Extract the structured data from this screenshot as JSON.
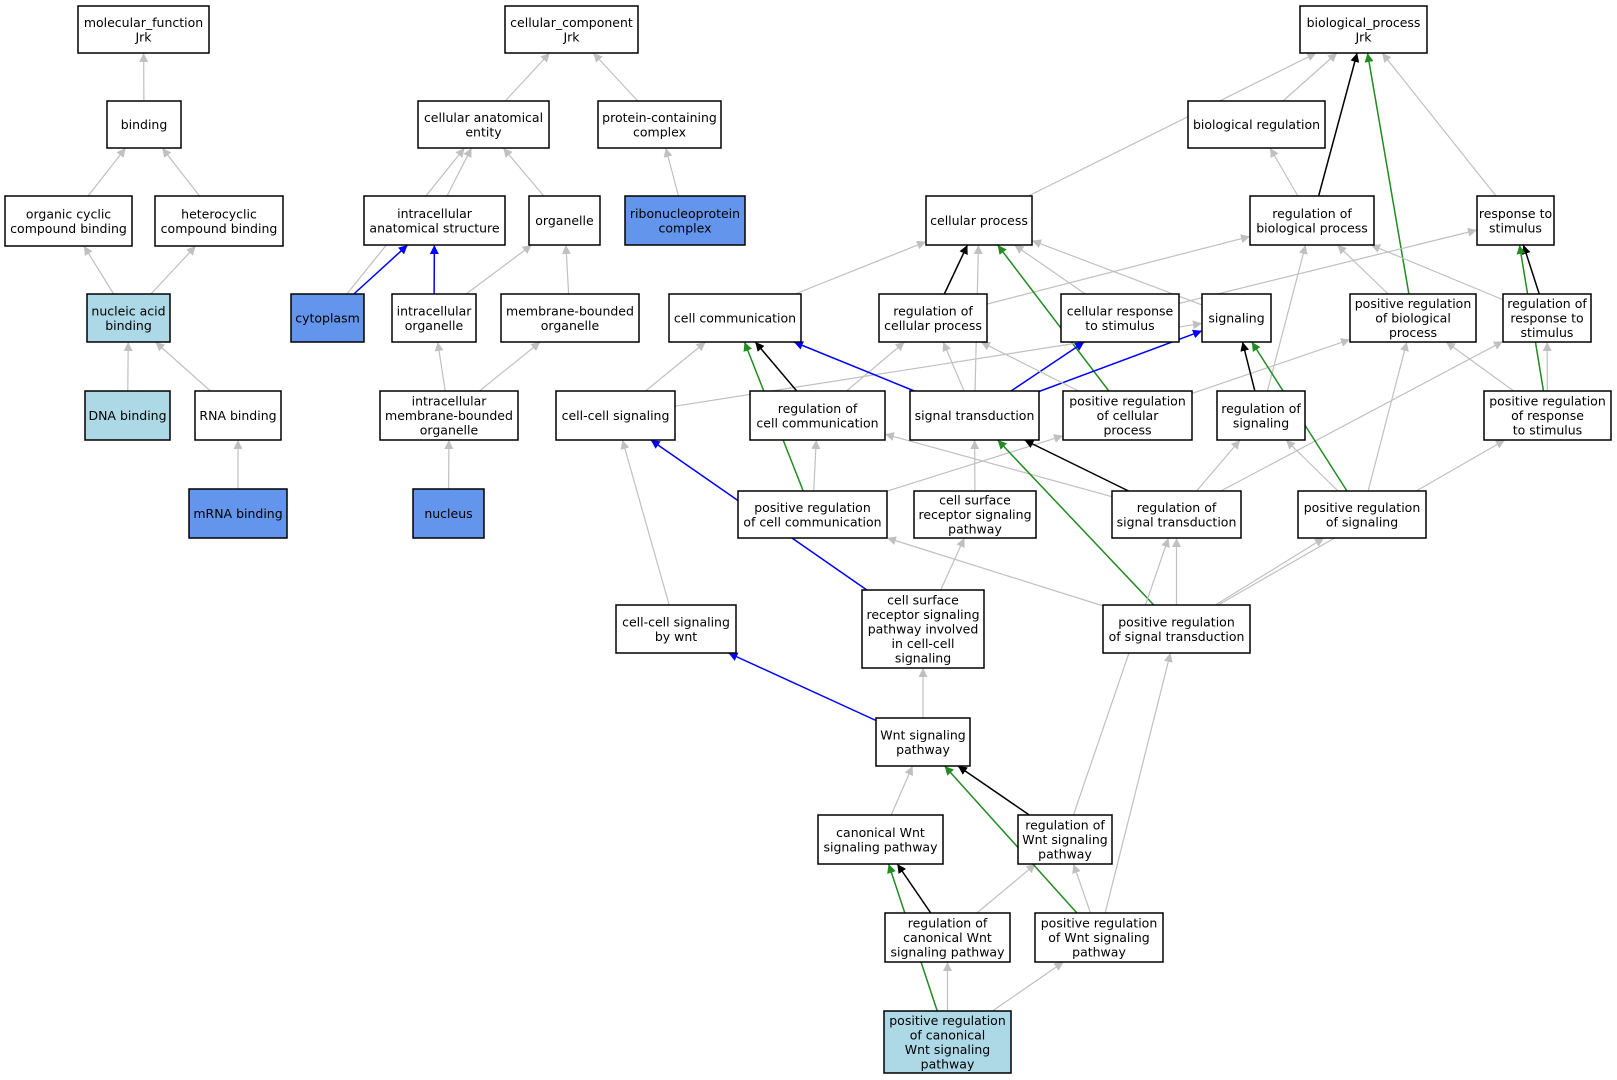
{
  "colors": {
    "default_fill": "#ffffff",
    "query_term_fill": "#6495ed",
    "annotated_fill": "#add8e6",
    "is_a_edge": "#c0c0c0",
    "regulates_edge": "#000000",
    "positively_regulates_edge": "#228b22",
    "part_of_edge": "#0000ff"
  },
  "nodes": {
    "molecular_function": {
      "lines": [
        "molecular_function",
        "Jrk"
      ],
      "fill": "#ffffff"
    },
    "binding": {
      "lines": [
        "binding"
      ],
      "fill": "#ffffff"
    },
    "organic_cyclic": {
      "lines": [
        "organic cyclic",
        "compound binding"
      ],
      "fill": "#ffffff"
    },
    "heterocyclic": {
      "lines": [
        "heterocyclic",
        "compound binding"
      ],
      "fill": "#ffffff"
    },
    "nucleic_acid_binding": {
      "lines": [
        "nucleic acid",
        "binding"
      ],
      "fill": "#add8e6"
    },
    "dna_binding": {
      "lines": [
        "DNA binding"
      ],
      "fill": "#add8e6"
    },
    "rna_binding": {
      "lines": [
        "RNA binding"
      ],
      "fill": "#ffffff"
    },
    "mrna_binding": {
      "lines": [
        "mRNA binding"
      ],
      "fill": "#6495ed"
    },
    "cellular_component": {
      "lines": [
        "cellular_component",
        "Jrk"
      ],
      "fill": "#ffffff"
    },
    "cellular_anatomical_entity": {
      "lines": [
        "cellular anatomical",
        "entity"
      ],
      "fill": "#ffffff"
    },
    "protein_containing_complex": {
      "lines": [
        "protein-containing",
        "complex"
      ],
      "fill": "#ffffff"
    },
    "intracellular_anatomical_structure": {
      "lines": [
        "intracellular",
        "anatomical structure"
      ],
      "fill": "#ffffff"
    },
    "organelle": {
      "lines": [
        "organelle"
      ],
      "fill": "#ffffff"
    },
    "ribonucleoprotein_complex": {
      "lines": [
        "ribonucleoprotein",
        "complex"
      ],
      "fill": "#6495ed"
    },
    "cytoplasm": {
      "lines": [
        "cytoplasm"
      ],
      "fill": "#6495ed"
    },
    "intracellular_organelle": {
      "lines": [
        "intracellular",
        "organelle"
      ],
      "fill": "#ffffff"
    },
    "membrane_bounded_organelle": {
      "lines": [
        "membrane-bounded",
        "organelle"
      ],
      "fill": "#ffffff"
    },
    "intracellular_membrane_bounded_organelle": {
      "lines": [
        "intracellular",
        "membrane-bounded",
        "organelle"
      ],
      "fill": "#ffffff"
    },
    "nucleus": {
      "lines": [
        "nucleus"
      ],
      "fill": "#6495ed"
    },
    "biological_process": {
      "lines": [
        "biological_process",
        "Jrk"
      ],
      "fill": "#ffffff"
    },
    "biological_regulation": {
      "lines": [
        "biological regulation"
      ],
      "fill": "#ffffff"
    },
    "cellular_process": {
      "lines": [
        "cellular process"
      ],
      "fill": "#ffffff"
    },
    "regulation_of_biological_process": {
      "lines": [
        "regulation of",
        "biological process"
      ],
      "fill": "#ffffff"
    },
    "response_to_stimulus": {
      "lines": [
        "response to",
        "stimulus"
      ],
      "fill": "#ffffff"
    },
    "cell_communication": {
      "lines": [
        "cell communication"
      ],
      "fill": "#ffffff"
    },
    "regulation_of_cellular_process": {
      "lines": [
        "regulation of",
        "cellular process"
      ],
      "fill": "#ffffff"
    },
    "cellular_response_to_stimulus": {
      "lines": [
        "cellular response",
        "to stimulus"
      ],
      "fill": "#ffffff"
    },
    "signaling": {
      "lines": [
        "signaling"
      ],
      "fill": "#ffffff"
    },
    "positive_regulation_of_biological_process": {
      "lines": [
        "positive regulation",
        "of biological",
        "process"
      ],
      "fill": "#ffffff"
    },
    "regulation_of_response_to_stimulus": {
      "lines": [
        "regulation of",
        "response to",
        "stimulus"
      ],
      "fill": "#ffffff"
    },
    "cell_cell_signaling": {
      "lines": [
        "cell-cell signaling"
      ],
      "fill": "#ffffff"
    },
    "regulation_of_cell_communication": {
      "lines": [
        "regulation of",
        "cell communication"
      ],
      "fill": "#ffffff"
    },
    "signal_transduction": {
      "lines": [
        "signal transduction"
      ],
      "fill": "#ffffff"
    },
    "positive_regulation_of_cellular_process": {
      "lines": [
        "positive regulation",
        "of cellular",
        "process"
      ],
      "fill": "#ffffff"
    },
    "regulation_of_signaling": {
      "lines": [
        "regulation of",
        "signaling"
      ],
      "fill": "#ffffff"
    },
    "positive_regulation_of_response_to_stimulus": {
      "lines": [
        "positive regulation",
        "of response",
        "to stimulus"
      ],
      "fill": "#ffffff"
    },
    "positive_regulation_of_cell_communication": {
      "lines": [
        "positive regulation",
        "of cell communication"
      ],
      "fill": "#ffffff"
    },
    "cell_surface_receptor_signaling_pathway": {
      "lines": [
        "cell surface",
        "receptor signaling",
        "pathway"
      ],
      "fill": "#ffffff"
    },
    "regulation_of_signal_transduction": {
      "lines": [
        "regulation of",
        "signal transduction"
      ],
      "fill": "#ffffff"
    },
    "positive_regulation_of_signaling": {
      "lines": [
        "positive regulation",
        "of signaling"
      ],
      "fill": "#ffffff"
    },
    "cell_cell_signaling_by_wnt": {
      "lines": [
        "cell-cell signaling",
        "by wnt"
      ],
      "fill": "#ffffff"
    },
    "cell_surface_receptor_signaling_pathway_cell_cell": {
      "lines": [
        "cell surface",
        "receptor signaling",
        "pathway involved",
        "in cell-cell",
        "signaling"
      ],
      "fill": "#ffffff"
    },
    "positive_regulation_of_signal_transduction": {
      "lines": [
        "positive regulation",
        "of signal transduction"
      ],
      "fill": "#ffffff"
    },
    "wnt_signaling_pathway": {
      "lines": [
        "Wnt signaling",
        "pathway"
      ],
      "fill": "#ffffff"
    },
    "canonical_wnt_signaling_pathway": {
      "lines": [
        "canonical Wnt",
        "signaling pathway"
      ],
      "fill": "#ffffff"
    },
    "regulation_of_wnt_signaling_pathway": {
      "lines": [
        "regulation of",
        "Wnt signaling",
        "pathway"
      ],
      "fill": "#ffffff"
    },
    "regulation_of_canonical_wnt_signaling_pathway": {
      "lines": [
        "regulation of",
        "canonical Wnt",
        "signaling pathway"
      ],
      "fill": "#ffffff"
    },
    "positive_regulation_of_wnt_signaling_pathway": {
      "lines": [
        "positive regulation",
        "of Wnt signaling",
        "pathway"
      ],
      "fill": "#ffffff"
    },
    "positive_regulation_of_canonical_wnt_signaling_pathway": {
      "lines": [
        "positive regulation",
        "of canonical",
        "Wnt signaling",
        "pathway"
      ],
      "fill": "#add8e6"
    }
  },
  "edges": [
    {
      "from": "binding",
      "to": "molecular_function",
      "type": "is_a"
    },
    {
      "from": "organic_cyclic",
      "to": "binding",
      "type": "is_a"
    },
    {
      "from": "heterocyclic",
      "to": "binding",
      "type": "is_a"
    },
    {
      "from": "nucleic_acid_binding",
      "to": "organic_cyclic",
      "type": "is_a"
    },
    {
      "from": "nucleic_acid_binding",
      "to": "heterocyclic",
      "type": "is_a"
    },
    {
      "from": "dna_binding",
      "to": "nucleic_acid_binding",
      "type": "is_a"
    },
    {
      "from": "rna_binding",
      "to": "nucleic_acid_binding",
      "type": "is_a"
    },
    {
      "from": "mrna_binding",
      "to": "rna_binding",
      "type": "is_a"
    },
    {
      "from": "cellular_anatomical_entity",
      "to": "cellular_component",
      "type": "is_a"
    },
    {
      "from": "protein_containing_complex",
      "to": "cellular_component",
      "type": "is_a"
    },
    {
      "from": "intracellular_anatomical_structure",
      "to": "cellular_anatomical_entity",
      "type": "is_a"
    },
    {
      "from": "organelle",
      "to": "cellular_anatomical_entity",
      "type": "is_a"
    },
    {
      "from": "ribonucleoprotein_complex",
      "to": "protein_containing_complex",
      "type": "is_a"
    },
    {
      "from": "cytoplasm",
      "to": "cellular_anatomical_entity",
      "type": "is_a"
    },
    {
      "from": "cytoplasm",
      "to": "intracellular_anatomical_structure",
      "type": "part_of"
    },
    {
      "from": "intracellular_organelle",
      "to": "intracellular_anatomical_structure",
      "type": "part_of"
    },
    {
      "from": "intracellular_organelle",
      "to": "organelle",
      "type": "is_a"
    },
    {
      "from": "membrane_bounded_organelle",
      "to": "organelle",
      "type": "is_a"
    },
    {
      "from": "intracellular_membrane_bounded_organelle",
      "to": "intracellular_organelle",
      "type": "is_a"
    },
    {
      "from": "intracellular_membrane_bounded_organelle",
      "to": "membrane_bounded_organelle",
      "type": "is_a"
    },
    {
      "from": "nucleus",
      "to": "intracellular_membrane_bounded_organelle",
      "type": "is_a"
    },
    {
      "from": "biological_regulation",
      "to": "biological_process",
      "type": "is_a"
    },
    {
      "from": "cellular_process",
      "to": "biological_process",
      "type": "is_a"
    },
    {
      "from": "regulation_of_biological_process",
      "to": "biological_regulation",
      "type": "is_a"
    },
    {
      "from": "regulation_of_biological_process",
      "to": "biological_process",
      "type": "regulates"
    },
    {
      "from": "positive_regulation_of_biological_process",
      "to": "biological_process",
      "type": "positively_regulates"
    },
    {
      "from": "response_to_stimulus",
      "to": "biological_process",
      "type": "is_a"
    },
    {
      "from": "cell_communication",
      "to": "cellular_process",
      "type": "is_a"
    },
    {
      "from": "regulation_of_cellular_process",
      "to": "cellular_process",
      "type": "regulates"
    },
    {
      "from": "regulation_of_cellular_process",
      "to": "regulation_of_biological_process",
      "type": "is_a"
    },
    {
      "from": "cellular_response_to_stimulus",
      "to": "cellular_process",
      "type": "is_a"
    },
    {
      "from": "cellular_response_to_stimulus",
      "to": "response_to_stimulus",
      "type": "is_a"
    },
    {
      "from": "positive_regulation_of_cellular_process",
      "to": "cellular_process",
      "type": "positively_regulates"
    },
    {
      "from": "signaling",
      "to": "cellular_process",
      "type": "is_a"
    },
    {
      "from": "positive_regulation_of_biological_process",
      "to": "regulation_of_biological_process",
      "type": "is_a"
    },
    {
      "from": "regulation_of_response_to_stimulus",
      "to": "regulation_of_biological_process",
      "type": "is_a"
    },
    {
      "from": "regulation_of_response_to_stimulus",
      "to": "response_to_stimulus",
      "type": "regulates"
    },
    {
      "from": "positive_regulation_of_response_to_stimulus",
      "to": "response_to_stimulus",
      "type": "positively_regulates"
    },
    {
      "from": "positive_regulation_of_response_to_stimulus",
      "to": "regulation_of_response_to_stimulus",
      "type": "is_a"
    },
    {
      "from": "positive_regulation_of_response_to_stimulus",
      "to": "positive_regulation_of_biological_process",
      "type": "is_a"
    },
    {
      "from": "cell_cell_signaling",
      "to": "cell_communication",
      "type": "is_a"
    },
    {
      "from": "cell_cell_signaling",
      "to": "signaling",
      "type": "is_a"
    },
    {
      "from": "regulation_of_cell_communication",
      "to": "cell_communication",
      "type": "regulates"
    },
    {
      "from": "regulation_of_cell_communication",
      "to": "regulation_of_cellular_process",
      "type": "is_a"
    },
    {
      "from": "signal_transduction",
      "to": "cell_communication",
      "type": "part_of"
    },
    {
      "from": "signal_transduction",
      "to": "cellular_process",
      "type": "is_a"
    },
    {
      "from": "signal_transduction",
      "to": "regulation_of_cellular_process",
      "type": "is_a"
    },
    {
      "from": "signal_transduction",
      "to": "cellular_response_to_stimulus",
      "type": "part_of"
    },
    {
      "from": "signal_transduction",
      "to": "signaling",
      "type": "part_of"
    },
    {
      "from": "positive_regulation_of_cellular_process",
      "to": "regulation_of_cellular_process",
      "type": "is_a"
    },
    {
      "from": "positive_regulation_of_cellular_process",
      "to": "positive_regulation_of_biological_process",
      "type": "is_a"
    },
    {
      "from": "regulation_of_signaling",
      "to": "signaling",
      "type": "regulates"
    },
    {
      "from": "regulation_of_signaling",
      "to": "regulation_of_biological_process",
      "type": "is_a"
    },
    {
      "from": "positive_regulation_of_cell_communication",
      "to": "cell_communication",
      "type": "positively_regulates"
    },
    {
      "from": "positive_regulation_of_cell_communication",
      "to": "regulation_of_cell_communication",
      "type": "is_a"
    },
    {
      "from": "positive_regulation_of_cell_communication",
      "to": "positive_regulation_of_cellular_process",
      "type": "is_a"
    },
    {
      "from": "cell_surface_receptor_signaling_pathway",
      "to": "signal_transduction",
      "type": "is_a"
    },
    {
      "from": "regulation_of_signal_transduction",
      "to": "signal_transduction",
      "type": "regulates"
    },
    {
      "from": "regulation_of_signal_transduction",
      "to": "regulation_of_cell_communication",
      "type": "is_a"
    },
    {
      "from": "regulation_of_signal_transduction",
      "to": "regulation_of_signaling",
      "type": "is_a"
    },
    {
      "from": "regulation_of_signal_transduction",
      "to": "regulation_of_response_to_stimulus",
      "type": "is_a"
    },
    {
      "from": "positive_regulation_of_signaling",
      "to": "signaling",
      "type": "positively_regulates"
    },
    {
      "from": "positive_regulation_of_signaling",
      "to": "regulation_of_signaling",
      "type": "is_a"
    },
    {
      "from": "positive_regulation_of_signaling",
      "to": "positive_regulation_of_biological_process",
      "type": "is_a"
    },
    {
      "from": "cell_cell_signaling_by_wnt",
      "to": "cell_cell_signaling",
      "type": "is_a"
    },
    {
      "from": "cell_surface_receptor_signaling_pathway_cell_cell",
      "to": "cell_surface_receptor_signaling_pathway",
      "type": "is_a"
    },
    {
      "from": "cell_surface_receptor_signaling_pathway_cell_cell",
      "to": "cell_cell_signaling",
      "type": "part_of"
    },
    {
      "from": "positive_regulation_of_signal_transduction",
      "to": "signal_transduction",
      "type": "positively_regulates"
    },
    {
      "from": "positive_regulation_of_signal_transduction",
      "to": "regulation_of_signal_transduction",
      "type": "is_a"
    },
    {
      "from": "positive_regulation_of_signal_transduction",
      "to": "positive_regulation_of_cell_communication",
      "type": "is_a"
    },
    {
      "from": "positive_regulation_of_signal_transduction",
      "to": "positive_regulation_of_signaling",
      "type": "is_a"
    },
    {
      "from": "positive_regulation_of_signal_transduction",
      "to": "positive_regulation_of_response_to_stimulus",
      "type": "is_a"
    },
    {
      "from": "wnt_signaling_pathway",
      "to": "cell_surface_receptor_signaling_pathway_cell_cell",
      "type": "is_a"
    },
    {
      "from": "wnt_signaling_pathway",
      "to": "cell_cell_signaling_by_wnt",
      "type": "part_of"
    },
    {
      "from": "canonical_wnt_signaling_pathway",
      "to": "wnt_signaling_pathway",
      "type": "is_a"
    },
    {
      "from": "regulation_of_wnt_signaling_pathway",
      "to": "wnt_signaling_pathway",
      "type": "regulates"
    },
    {
      "from": "regulation_of_wnt_signaling_pathway",
      "to": "regulation_of_signal_transduction",
      "type": "is_a"
    },
    {
      "from": "regulation_of_canonical_wnt_signaling_pathway",
      "to": "canonical_wnt_signaling_pathway",
      "type": "regulates"
    },
    {
      "from": "regulation_of_canonical_wnt_signaling_pathway",
      "to": "regulation_of_wnt_signaling_pathway",
      "type": "is_a"
    },
    {
      "from": "positive_regulation_of_wnt_signaling_pathway",
      "to": "wnt_signaling_pathway",
      "type": "positively_regulates"
    },
    {
      "from": "positive_regulation_of_wnt_signaling_pathway",
      "to": "regulation_of_wnt_signaling_pathway",
      "type": "is_a"
    },
    {
      "from": "positive_regulation_of_wnt_signaling_pathway",
      "to": "positive_regulation_of_signal_transduction",
      "type": "is_a"
    },
    {
      "from": "positive_regulation_of_canonical_wnt_signaling_pathway",
      "to": "canonical_wnt_signaling_pathway",
      "type": "positively_regulates"
    },
    {
      "from": "positive_regulation_of_canonical_wnt_signaling_pathway",
      "to": "regulation_of_canonical_wnt_signaling_pathway",
      "type": "is_a"
    },
    {
      "from": "positive_regulation_of_canonical_wnt_signaling_pathway",
      "to": "positive_regulation_of_wnt_signaling_pathway",
      "type": "is_a"
    }
  ]
}
